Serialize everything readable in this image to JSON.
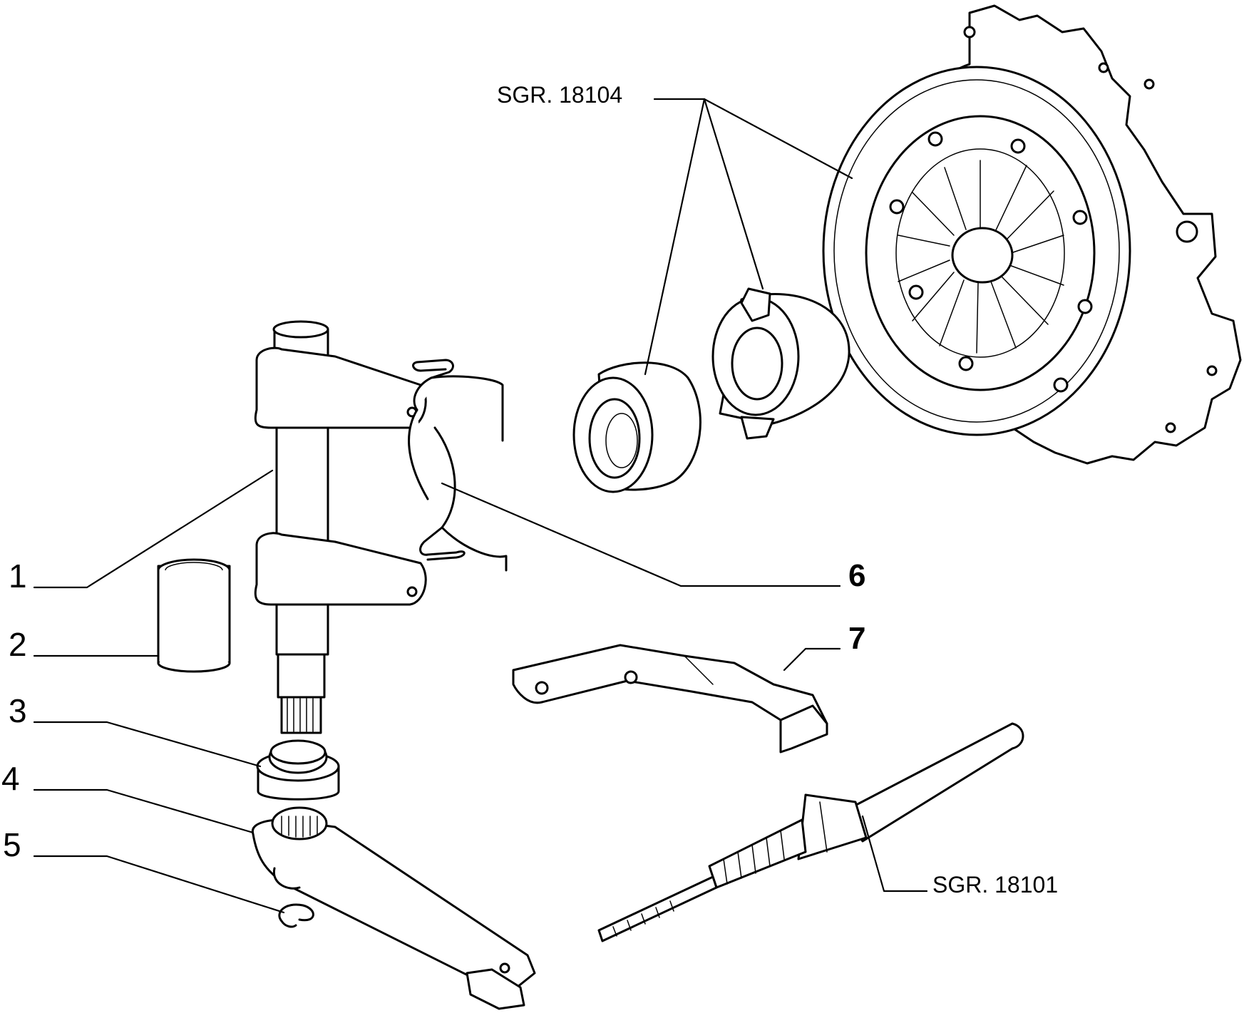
{
  "callouts": {
    "c1": "1",
    "c2": "2",
    "c3": "3",
    "c4": "4",
    "c5": "5",
    "c6": "6",
    "c7": "7"
  },
  "references": {
    "clutch_assembly": "SGR. 18104",
    "clutch_cable": "SGR. 18101"
  }
}
